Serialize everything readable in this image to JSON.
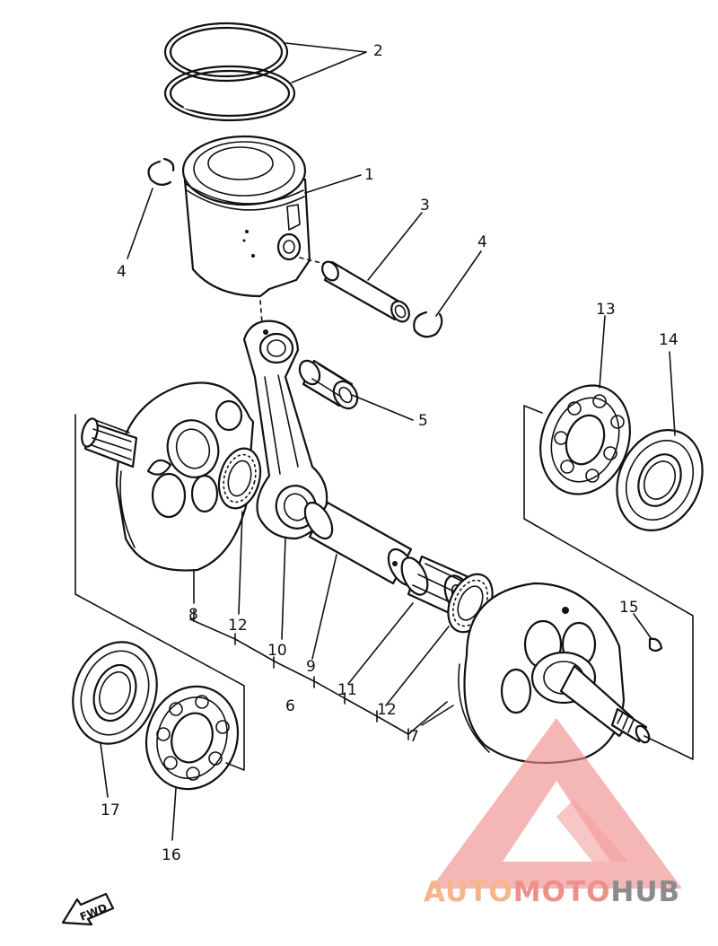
{
  "diagram": {
    "part_labels": [
      {
        "id": "p1",
        "text": "1"
      },
      {
        "id": "p2",
        "text": "2"
      },
      {
        "id": "p3",
        "text": "3"
      },
      {
        "id": "p4a",
        "text": "4"
      },
      {
        "id": "p4b",
        "text": "4"
      },
      {
        "id": "p5",
        "text": "5"
      },
      {
        "id": "p6",
        "text": "6"
      },
      {
        "id": "p7",
        "text": "7"
      },
      {
        "id": "p8",
        "text": "8"
      },
      {
        "id": "p9",
        "text": "9"
      },
      {
        "id": "p10",
        "text": "10"
      },
      {
        "id": "p11",
        "text": "11"
      },
      {
        "id": "p12a",
        "text": "12"
      },
      {
        "id": "p12b",
        "text": "12"
      },
      {
        "id": "p13",
        "text": "13"
      },
      {
        "id": "p14",
        "text": "14"
      },
      {
        "id": "p15",
        "text": "15"
      },
      {
        "id": "p16",
        "text": "16"
      },
      {
        "id": "p17",
        "text": "17"
      }
    ],
    "fwd_label": "FWD"
  },
  "watermark": {
    "part1": "AUTO",
    "part2": "MOTO",
    "part3": "HUB",
    "colors": {
      "auto": "#f4b58a",
      "moto": "#ef8f8c",
      "hub": "#8c8c8c",
      "logo": "#ef8f8c"
    }
  }
}
